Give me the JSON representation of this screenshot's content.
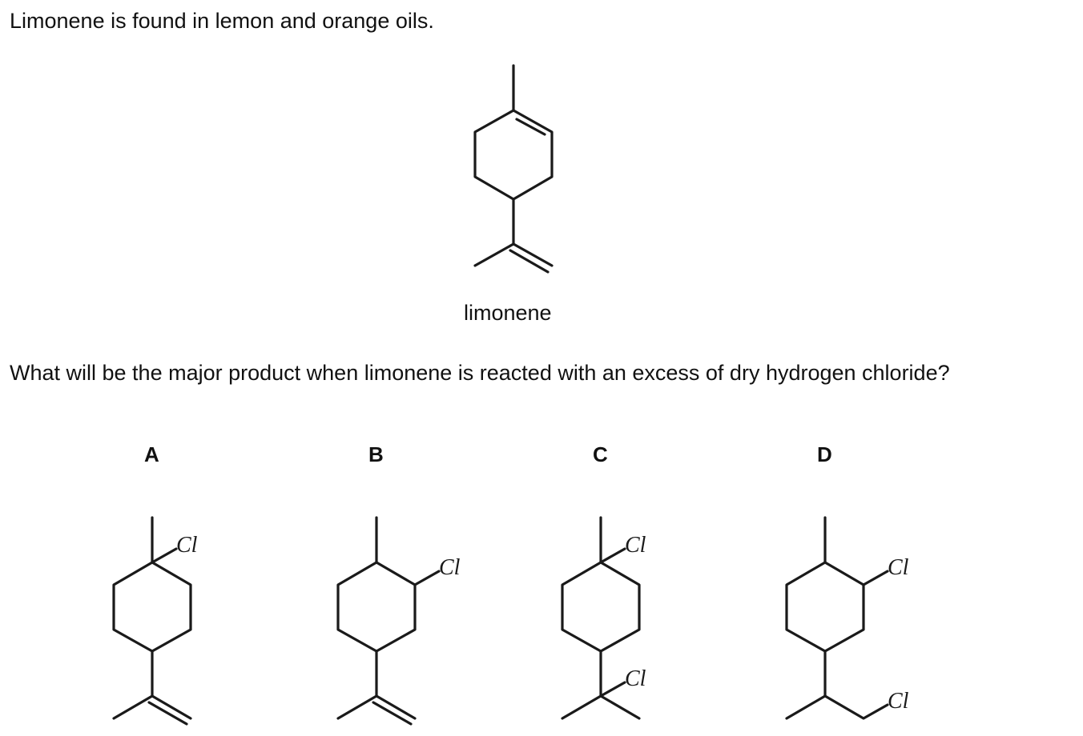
{
  "intro": "Limonene is found in lemon and orange oils.",
  "structure_label": "limonene",
  "question": "What will be the major product when limonene is reacted with an excess of dry hydrogen chloride?",
  "options": [
    {
      "letter": "A",
      "chlorine_label": "Cl"
    },
    {
      "letter": "B",
      "chlorine_label": "Cl"
    },
    {
      "letter": "C",
      "chlorine_label_1": "Cl",
      "chlorine_label_2": "Cl"
    },
    {
      "letter": "D",
      "chlorine_label_1": "Cl",
      "chlorine_label_2": "Cl"
    }
  ]
}
